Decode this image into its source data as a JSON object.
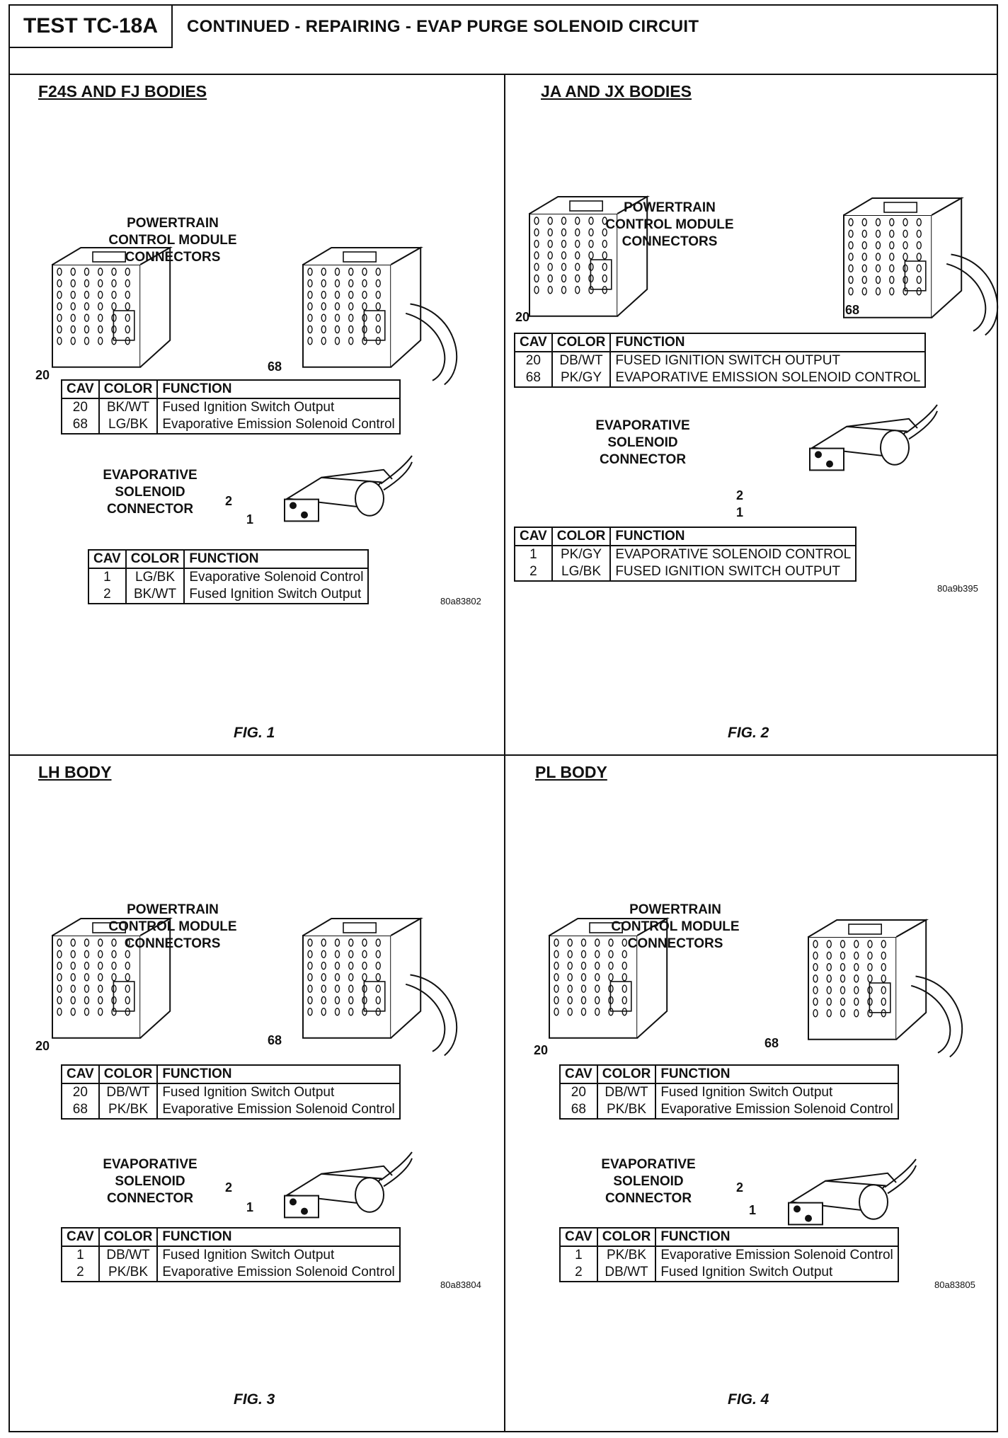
{
  "header": {
    "test_id": "TEST TC-18A",
    "title": "CONTINUED - REPAIRING - EVAP PURGE SOLENOID CIRCUIT"
  },
  "quadrants": [
    {
      "title": "F24S AND FJ BODIES",
      "pcm_label": [
        "POWERTRAIN",
        "CONTROL MODULE",
        "CONNECTORS"
      ],
      "pcm_pins": [
        "20",
        "68"
      ],
      "pcm_table": {
        "headers": [
          "CAV",
          "COLOR",
          "FUNCTION"
        ],
        "rows": [
          [
            "20",
            "BK/WT",
            "Fused Ignition Switch Output"
          ],
          [
            "68",
            "LG/BK",
            "Evaporative Emission Solenoid Control"
          ]
        ]
      },
      "evap_label": [
        "EVAPORATIVE",
        "SOLENOID",
        "CONNECTOR"
      ],
      "evap_pins": [
        "2",
        "1"
      ],
      "evap_table": {
        "headers": [
          "CAV",
          "COLOR",
          "FUNCTION"
        ],
        "rows": [
          [
            "1",
            "LG/BK",
            "Evaporative Solenoid Control"
          ],
          [
            "2",
            "BK/WT",
            "Fused Ignition Switch Output"
          ]
        ]
      },
      "code": "80a83802",
      "fig": "FIG. 1"
    },
    {
      "title": "JA AND JX BODIES",
      "pcm_label": [
        "POWERTRAIN",
        "CONTROL MODULE",
        "CONNECTORS"
      ],
      "pcm_pins": [
        "20",
        "68"
      ],
      "pcm_table": {
        "headers": [
          "CAV",
          "COLOR",
          "FUNCTION"
        ],
        "rows": [
          [
            "20",
            "DB/WT",
            "FUSED IGNITION SWITCH OUTPUT"
          ],
          [
            "68",
            "PK/GY",
            "EVAPORATIVE EMISSION SOLENOID CONTROL"
          ]
        ]
      },
      "evap_label": [
        "EVAPORATIVE",
        "SOLENOID",
        "CONNECTOR"
      ],
      "evap_pins": [
        "2",
        "1"
      ],
      "evap_table": {
        "headers": [
          "CAV",
          "COLOR",
          "FUNCTION"
        ],
        "rows": [
          [
            "1",
            "PK/GY",
            "EVAPORATIVE SOLENOID CONTROL"
          ],
          [
            "2",
            "LG/BK",
            "FUSED IGNITION SWITCH OUTPUT"
          ]
        ]
      },
      "code": "80a9b395",
      "fig": "FIG. 2"
    },
    {
      "title": "LH BODY",
      "pcm_label": [
        "POWERTRAIN",
        "CONTROL MODULE",
        "CONNECTORS"
      ],
      "pcm_pins": [
        "20",
        "68"
      ],
      "pcm_table": {
        "headers": [
          "CAV",
          "COLOR",
          "FUNCTION"
        ],
        "rows": [
          [
            "20",
            "DB/WT",
            "Fused Ignition Switch Output"
          ],
          [
            "68",
            "PK/BK",
            "Evaporative Emission Solenoid Control"
          ]
        ]
      },
      "evap_label": [
        "EVAPORATIVE",
        "SOLENOID",
        "CONNECTOR"
      ],
      "evap_pins": [
        "2",
        "1"
      ],
      "evap_table": {
        "headers": [
          "CAV",
          "COLOR",
          "FUNCTION"
        ],
        "rows": [
          [
            "1",
            "DB/WT",
            "Fused Ignition Switch Output"
          ],
          [
            "2",
            "PK/BK",
            "Evaporative Emission Solenoid Control"
          ]
        ]
      },
      "code": "80a83804",
      "fig": "FIG. 3"
    },
    {
      "title": "PL BODY",
      "pcm_label": [
        "POWERTRAIN",
        "CONTROL MODULE",
        "CONNECTORS"
      ],
      "pcm_pins": [
        "20",
        "68"
      ],
      "pcm_table": {
        "headers": [
          "CAV",
          "COLOR",
          "FUNCTION"
        ],
        "rows": [
          [
            "20",
            "DB/WT",
            "Fused Ignition Switch Output"
          ],
          [
            "68",
            "PK/BK",
            "Evaporative Emission Solenoid Control"
          ]
        ]
      },
      "evap_label": [
        "EVAPORATIVE",
        "SOLENOID",
        "CONNECTOR"
      ],
      "evap_pins": [
        "2",
        "1"
      ],
      "evap_table": {
        "headers": [
          "CAV",
          "COLOR",
          "FUNCTION"
        ],
        "rows": [
          [
            "1",
            "PK/BK",
            "Evaporative Emission Solenoid Control"
          ],
          [
            "2",
            "DB/WT",
            "Fused Ignition Switch Output"
          ]
        ]
      },
      "code": "80a83805",
      "fig": "FIG. 4"
    }
  ]
}
